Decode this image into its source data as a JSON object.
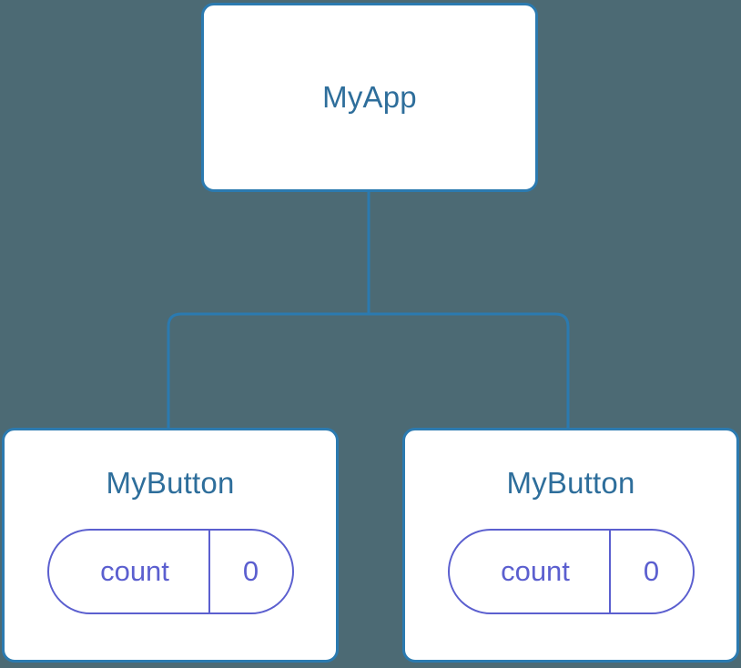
{
  "diagram": {
    "type": "component-tree",
    "background_color": "#4c6a74",
    "node_border_color": "#2b7ab0",
    "node_fill_color": "#ffffff",
    "title_color": "#2e6e9b",
    "state_color": "#5b5fcf",
    "edge_color": "#2b7ab0",
    "root": {
      "label": "MyApp"
    },
    "children": [
      {
        "label": "MyButton",
        "state": {
          "key": "count",
          "value": "0"
        }
      },
      {
        "label": "MyButton",
        "state": {
          "key": "count",
          "value": "0"
        }
      }
    ]
  }
}
